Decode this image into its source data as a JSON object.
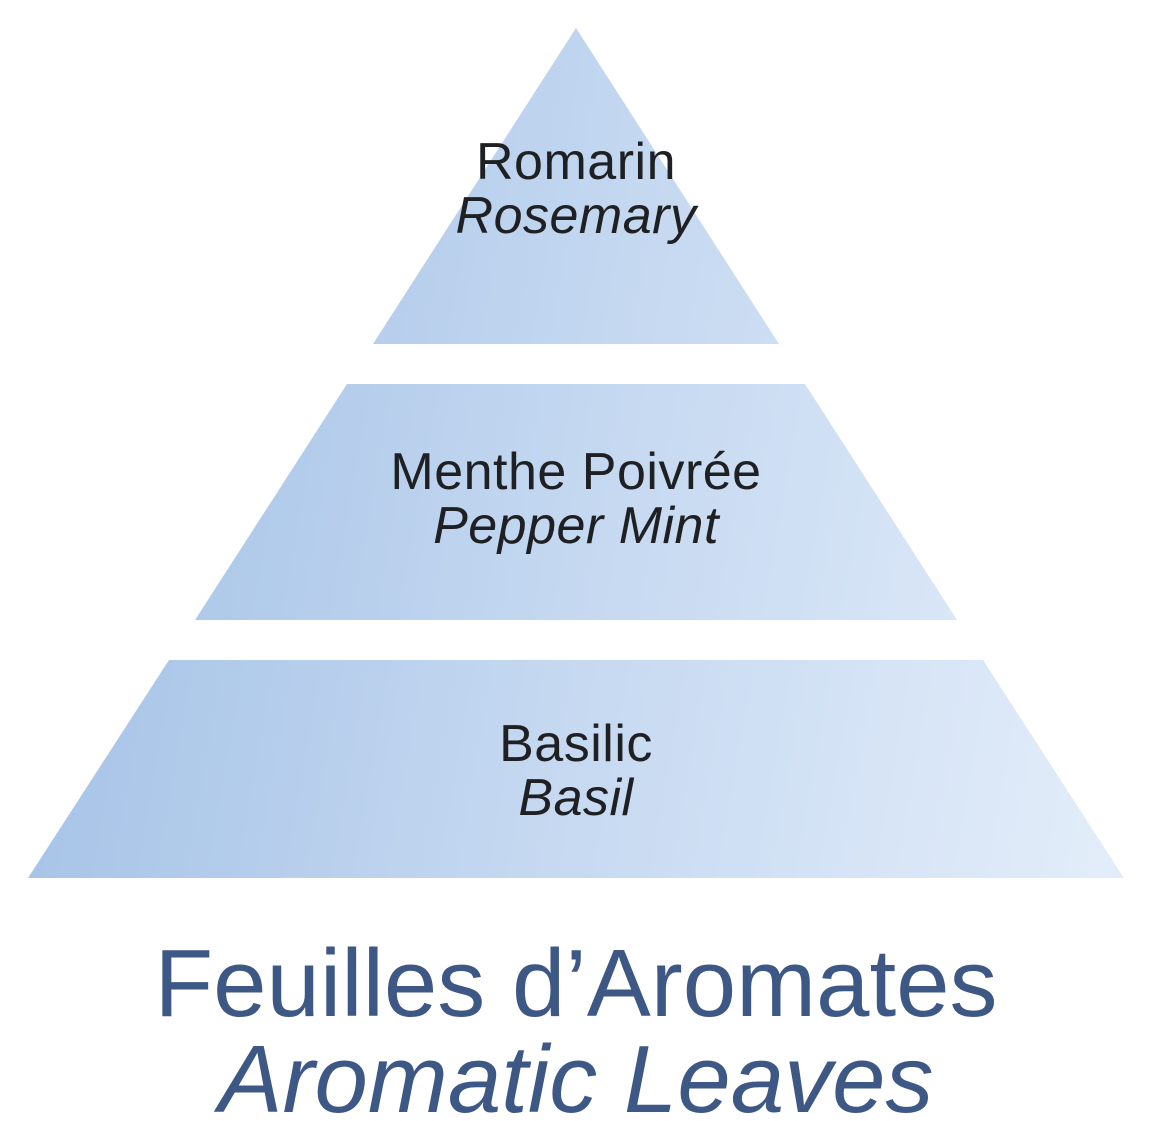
{
  "diagram": {
    "kind": "olfactory-pyramid",
    "background_color": "#ffffff",
    "tier_label_color": "#1f2023",
    "tier_gradient": [
      "#9dbde4",
      "#c6d9f1",
      "#e7f0fb"
    ],
    "tiers": [
      {
        "position": "top",
        "label_fr": "Romarin",
        "label_en": "Rosemary"
      },
      {
        "position": "middle",
        "label_fr": "Menthe Poivrée",
        "label_en": "Pepper Mint"
      },
      {
        "position": "bottom",
        "label_fr": "Basilic",
        "label_en": "Basil"
      }
    ]
  },
  "caption": {
    "title_fr": "Feuilles d’Aromates",
    "title_en": "Aromatic Leaves",
    "color": "#3e5886"
  }
}
